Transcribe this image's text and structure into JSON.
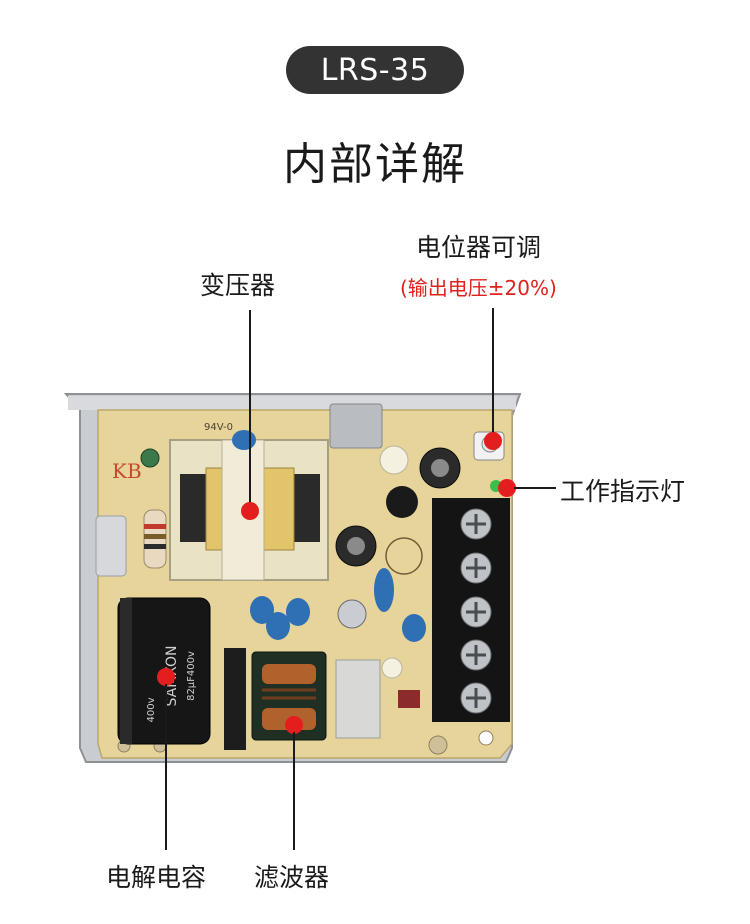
{
  "header": {
    "model_badge": "LRS-35",
    "title": "内部详解"
  },
  "callouts": {
    "transformer": "变压器",
    "potentiometer": "电位器可调",
    "potentiometer_note": "(输出电压±20%)",
    "indicator": "工作指示灯",
    "electrolytic_capacitor": "电解电容",
    "filter": "滤波器"
  },
  "board_markings": {
    "kb": "KB",
    "capacitor_brand": "SAMXON",
    "capacitor_spec": "82μF400v",
    "capacitor_voltage": "400v",
    "pcb_code": "94V-0"
  },
  "colors": {
    "callout_dot": "#e41e1e",
    "note_text": "#e0201b",
    "badge_bg": "#333333",
    "pcb": "#e6d49a"
  }
}
